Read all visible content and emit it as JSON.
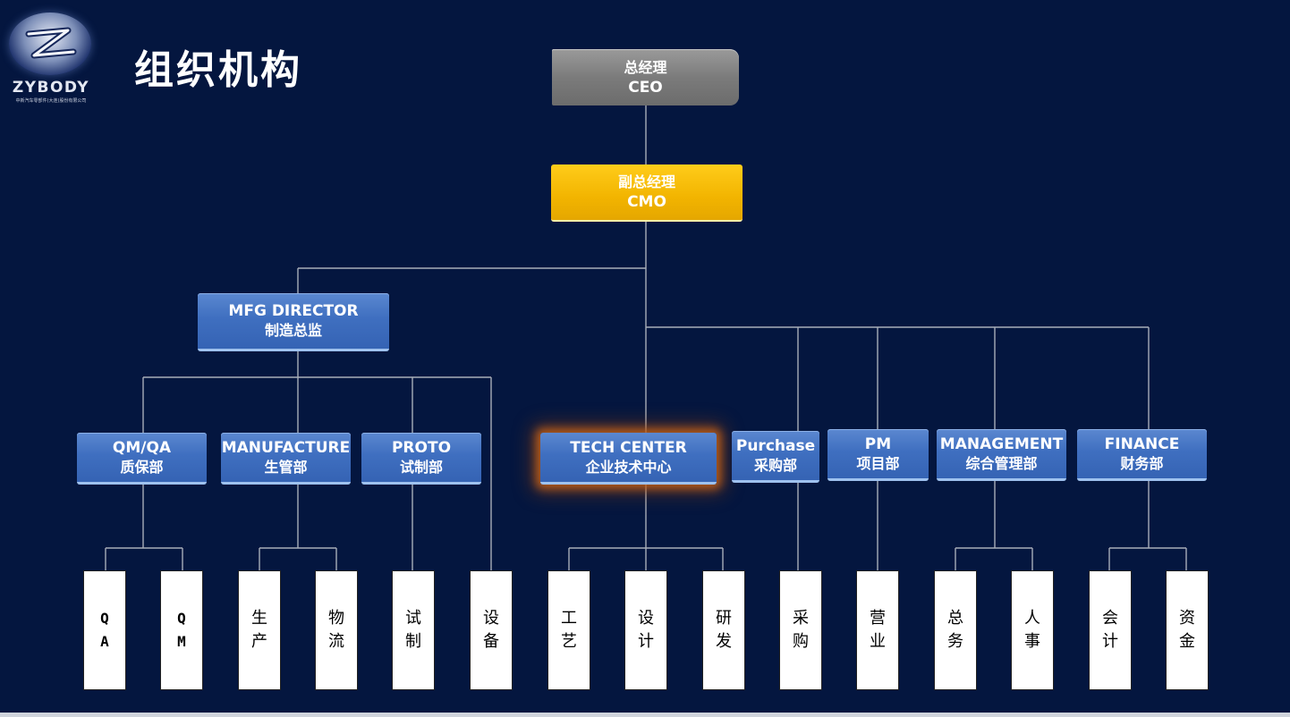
{
  "logo": {
    "wordmark": "ZYBODY",
    "subtitle": "中新汽车零部件(大连)股份有限公司",
    "icon": "zybody-emblem"
  },
  "title": "组织机构",
  "colors": {
    "background": "#04163f",
    "box_blue": "#3f6fc0",
    "box_gray": "#7b7b7b",
    "box_gold": "#f2b400",
    "highlight_glow": "#c46018",
    "connector": "#a8adb8"
  },
  "org": {
    "ceo": {
      "zh": "总经理",
      "en": "CEO"
    },
    "cmo": {
      "zh": "副总经理",
      "en": "CMO"
    },
    "mfg_director": {
      "en": "MFG DIRECTOR",
      "zh": "制造总监"
    },
    "departments": [
      {
        "en": "QM/QA",
        "zh": "质保部"
      },
      {
        "en": "MANUFACTURE",
        "zh": "生管部"
      },
      {
        "en": "PROTO",
        "zh": "试制部"
      },
      {
        "en": "TECH CENTER",
        "zh": "企业技术中心",
        "highlighted": true
      },
      {
        "en": "Purchase",
        "zh": "采购部"
      },
      {
        "en": "PM",
        "zh": "项目部"
      },
      {
        "en": "MANAGEMENT",
        "zh": "综合管理部"
      },
      {
        "en": "FINANCE",
        "zh": "财务部"
      }
    ],
    "units": [
      {
        "chars": [
          "Q",
          "A"
        ]
      },
      {
        "chars": [
          "Q",
          "M"
        ]
      },
      {
        "chars": [
          "生",
          "产"
        ]
      },
      {
        "chars": [
          "物",
          "流"
        ]
      },
      {
        "chars": [
          "试",
          "制"
        ]
      },
      {
        "chars": [
          "设",
          "备"
        ]
      },
      {
        "chars": [
          "工",
          "艺"
        ]
      },
      {
        "chars": [
          "设",
          "计"
        ]
      },
      {
        "chars": [
          "研",
          "发"
        ]
      },
      {
        "chars": [
          "采",
          "购"
        ]
      },
      {
        "chars": [
          "营",
          "业"
        ]
      },
      {
        "chars": [
          "总",
          "务"
        ]
      },
      {
        "chars": [
          "人",
          "事"
        ]
      },
      {
        "chars": [
          "会",
          "计"
        ]
      },
      {
        "chars": [
          "资",
          "金"
        ]
      }
    ]
  }
}
